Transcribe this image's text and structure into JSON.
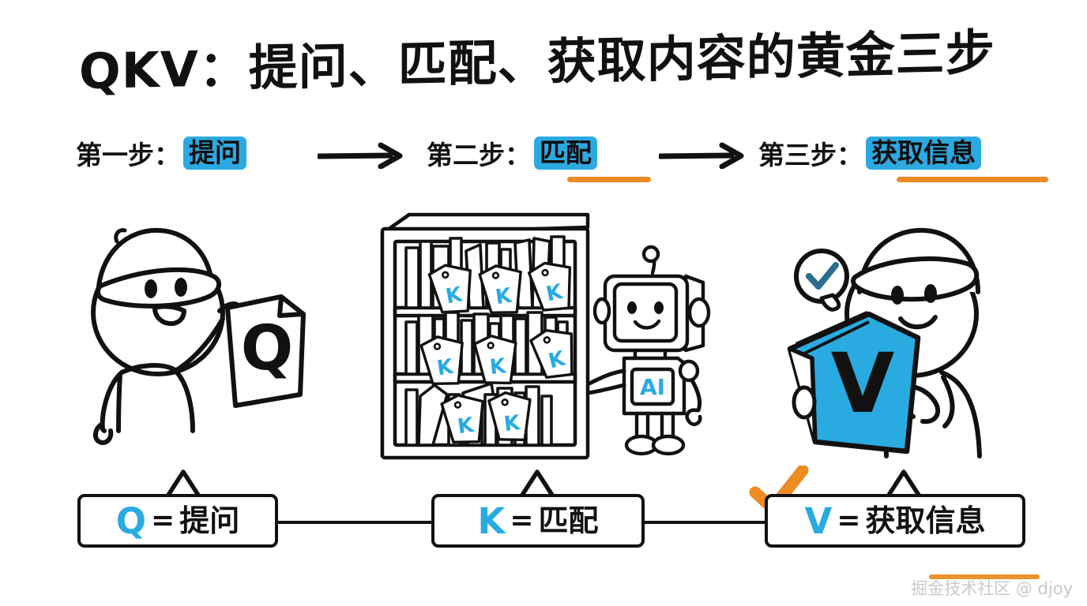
{
  "title": "QKV：提问、匹配、获取内容的黄金三步",
  "colors": {
    "blue_highlight": "#2BA9E0",
    "blue_accent": "#29ABE2",
    "orange": "#EE8B22",
    "ink": "#111111",
    "bubble_check": "#2B6E8F",
    "watermark_gray": "#c9c9c9"
  },
  "steps": [
    {
      "label": "第一步：",
      "keyword": "提问",
      "highlighted": true,
      "underlined": false
    },
    {
      "label": "第二步：",
      "keyword": "匹配",
      "highlighted": true,
      "underlined": true
    },
    {
      "label": "第三步：",
      "keyword": "获取信息",
      "highlighted": true,
      "underlined": true
    }
  ],
  "arrows": {
    "glyph": "→",
    "count": 2
  },
  "illustrations": {
    "person_q": {
      "name": "person-holding-q-paper",
      "paper_letter": "Q",
      "letter_color": "#111111"
    },
    "bookshelf": {
      "name": "bookshelf-with-k-tags",
      "shelf_count": 3,
      "tag_letter": "K",
      "tag_letter_color": "#29ABE2",
      "tags_per_shelf": [
        3,
        3,
        2
      ]
    },
    "robot": {
      "name": "ai-robot",
      "chest_label": "AI",
      "chest_label_color": "#29ABE2"
    },
    "person_v": {
      "name": "person-holding-v-book",
      "book_letter": "V",
      "book_color": "#29ABE2",
      "book_letter_color": "#111111",
      "thought_bubble_icon": "check-icon",
      "thought_bubble_color": "#2B6E8F"
    }
  },
  "summary": {
    "check_icon": "orange-check-icon",
    "items": [
      {
        "letter": "Q",
        "equals": "=",
        "text": "提问"
      },
      {
        "letter": "K",
        "equals": "=",
        "text": "匹配"
      },
      {
        "letter": "V",
        "equals": "=",
        "text": "获取信息"
      }
    ]
  },
  "watermark": "掘金技术社区 @ djoy"
}
